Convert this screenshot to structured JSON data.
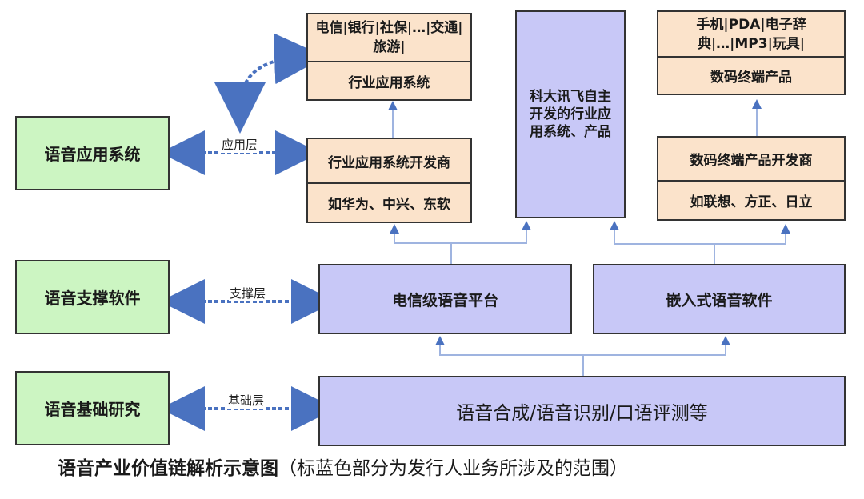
{
  "layers": {
    "application": {
      "left_label": "语音应用系统",
      "layer_name": "应用层"
    },
    "support": {
      "left_label": "语音支撑软件",
      "layer_name": "支撑层"
    },
    "foundation": {
      "left_label": "语音基础研究",
      "layer_name": "基础层"
    }
  },
  "top_boxes": {
    "industry_apps": {
      "top": "电信|银行|社保|…|交通|旅游|",
      "bottom": "行业应用系统"
    },
    "iflytek": {
      "text": "科大讯飞自主开发的行业应用系统、产品"
    },
    "digital_products": {
      "top": "手机|PDA|电子辞典|…|MP3|玩具|",
      "bottom": "数码终端产品"
    }
  },
  "mid_boxes": {
    "industry_dev": {
      "top": "行业应用系统开发商",
      "bottom": "如华为、中兴、东软"
    },
    "digital_dev": {
      "top": "数码终端产品开发商",
      "bottom": "如联想、方正、日立"
    }
  },
  "platform_boxes": {
    "telecom": "电信级语音平台",
    "embedded": "嵌入式语音软件"
  },
  "foundation_box": "语音合成/语音识别/口语评测等",
  "caption": {
    "title": "语音产业价值链解析示意图",
    "note": "（标蓝色部分为发行人业务所涉及的范围）"
  },
  "colors": {
    "green": "#ccf5c2",
    "blue": "#c8c8f7",
    "tan": "#fbe3cb",
    "arrow": "#4a72c0",
    "connector": "#9fb4e0"
  }
}
